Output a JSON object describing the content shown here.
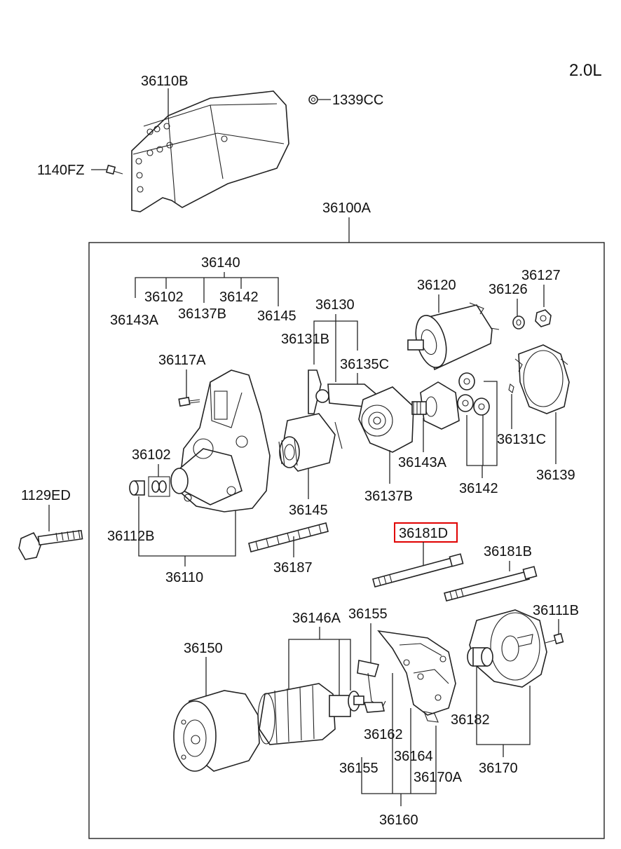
{
  "engine_label": "2.0L",
  "labels": {
    "p36110B": "36110B",
    "p1339CC": "1339CC",
    "p1140FZ": "1140FZ",
    "p36100A": "36100A",
    "p36140": "36140",
    "p36102_top": "36102",
    "p36142_top": "36142",
    "p36143A_top": "36143A",
    "p36137B_top": "36137B",
    "p36145_top": "36145",
    "p36130": "36130",
    "p36131B": "36131B",
    "p36135C": "36135C",
    "p36120": "36120",
    "p36126": "36126",
    "p36127": "36127",
    "p36117A": "36117A",
    "p36102": "36102",
    "p1129ED": "1129ED",
    "p36112B": "36112B",
    "p36110": "36110",
    "p36145": "36145",
    "p36187": "36187",
    "p36137B": "36137B",
    "p36143A": "36143A",
    "p36142": "36142",
    "p36131C": "36131C",
    "p36139": "36139",
    "p36181D": "36181D",
    "p36181B": "36181B",
    "p36146A": "36146A",
    "p36155_top": "36155",
    "p36111B": "36111B",
    "p36150": "36150",
    "p36162": "36162",
    "p36182": "36182",
    "p36164": "36164",
    "p36155": "36155",
    "p36170A": "36170A",
    "p36170": "36170",
    "p36160": "36160"
  },
  "highlighted_part": "36181D",
  "colors": {
    "line": "#222222",
    "highlight": "#e00000",
    "background": "#ffffff"
  }
}
